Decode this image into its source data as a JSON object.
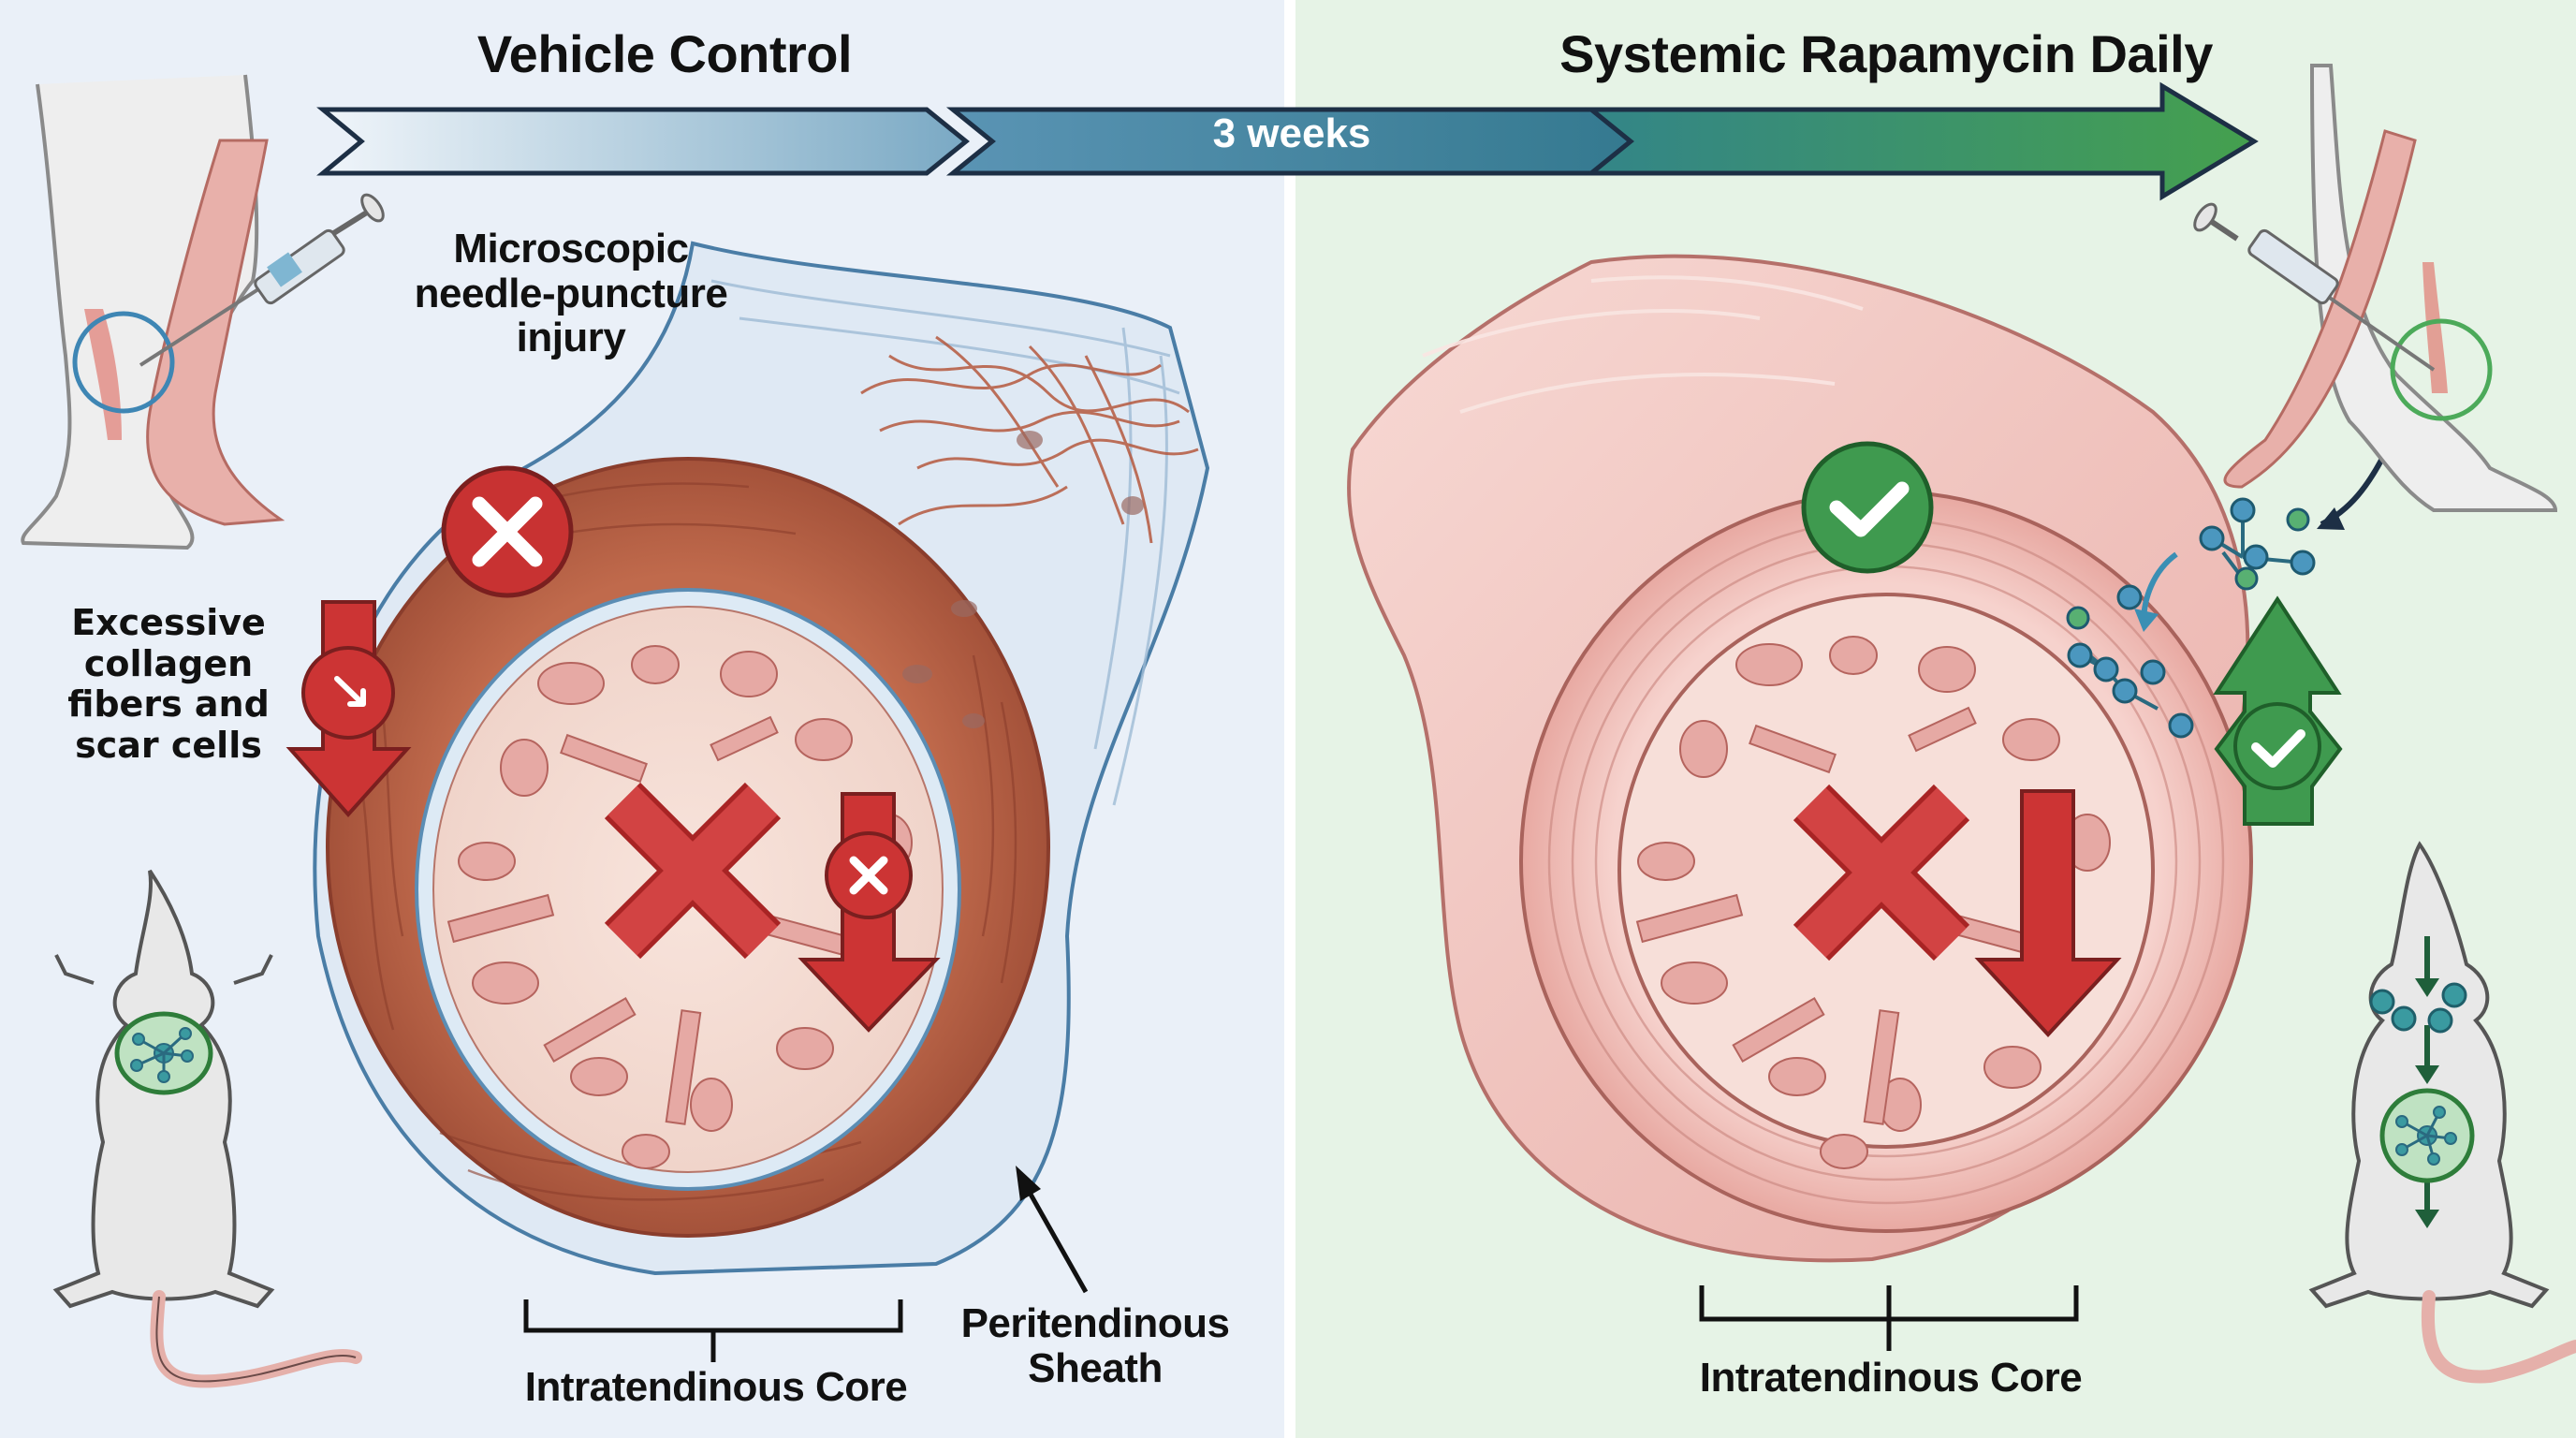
{
  "left_panel": {
    "title": "Vehicle Control",
    "background": "#eaf0f8",
    "labels": {
      "injury": "Microscopic needle-puncture injury",
      "collagen": "Excessive collagen fibers and scar cells",
      "core": "Intratendinous Core",
      "sheath": "Peritendinous Sheath"
    },
    "icons": [
      "leg-syringe-icon",
      "mouse-oral-dose-icon",
      "cross-badge-icon",
      "down-arrow-icon",
      "large-cross-icon"
    ]
  },
  "right_panel": {
    "title": "Systemic Rapamycin Daily",
    "background": "#e6f3e6",
    "labels": {
      "core": "Intratendinous Core"
    },
    "icons": [
      "leg-syringe-icon",
      "mouse-systemic-dose-icon",
      "check-badge-icon",
      "up-arrow-check-icon",
      "molecule-icon",
      "large-cross-icon",
      "down-arrow-icon"
    ]
  },
  "timeline": {
    "label": "3 weeks",
    "colors": {
      "start": "#dce9f2",
      "middle": "#3a7fa0",
      "end": "#3f9a4f"
    }
  },
  "colors": {
    "negative_red": "#cc3a3a",
    "positive_green": "#3f9a4f",
    "scar_tissue": "#b85f45",
    "healthy_tissue": "#f2c6c2",
    "molecule_blue": "#3a8fb4",
    "molecule_green": "#4fae6a"
  }
}
